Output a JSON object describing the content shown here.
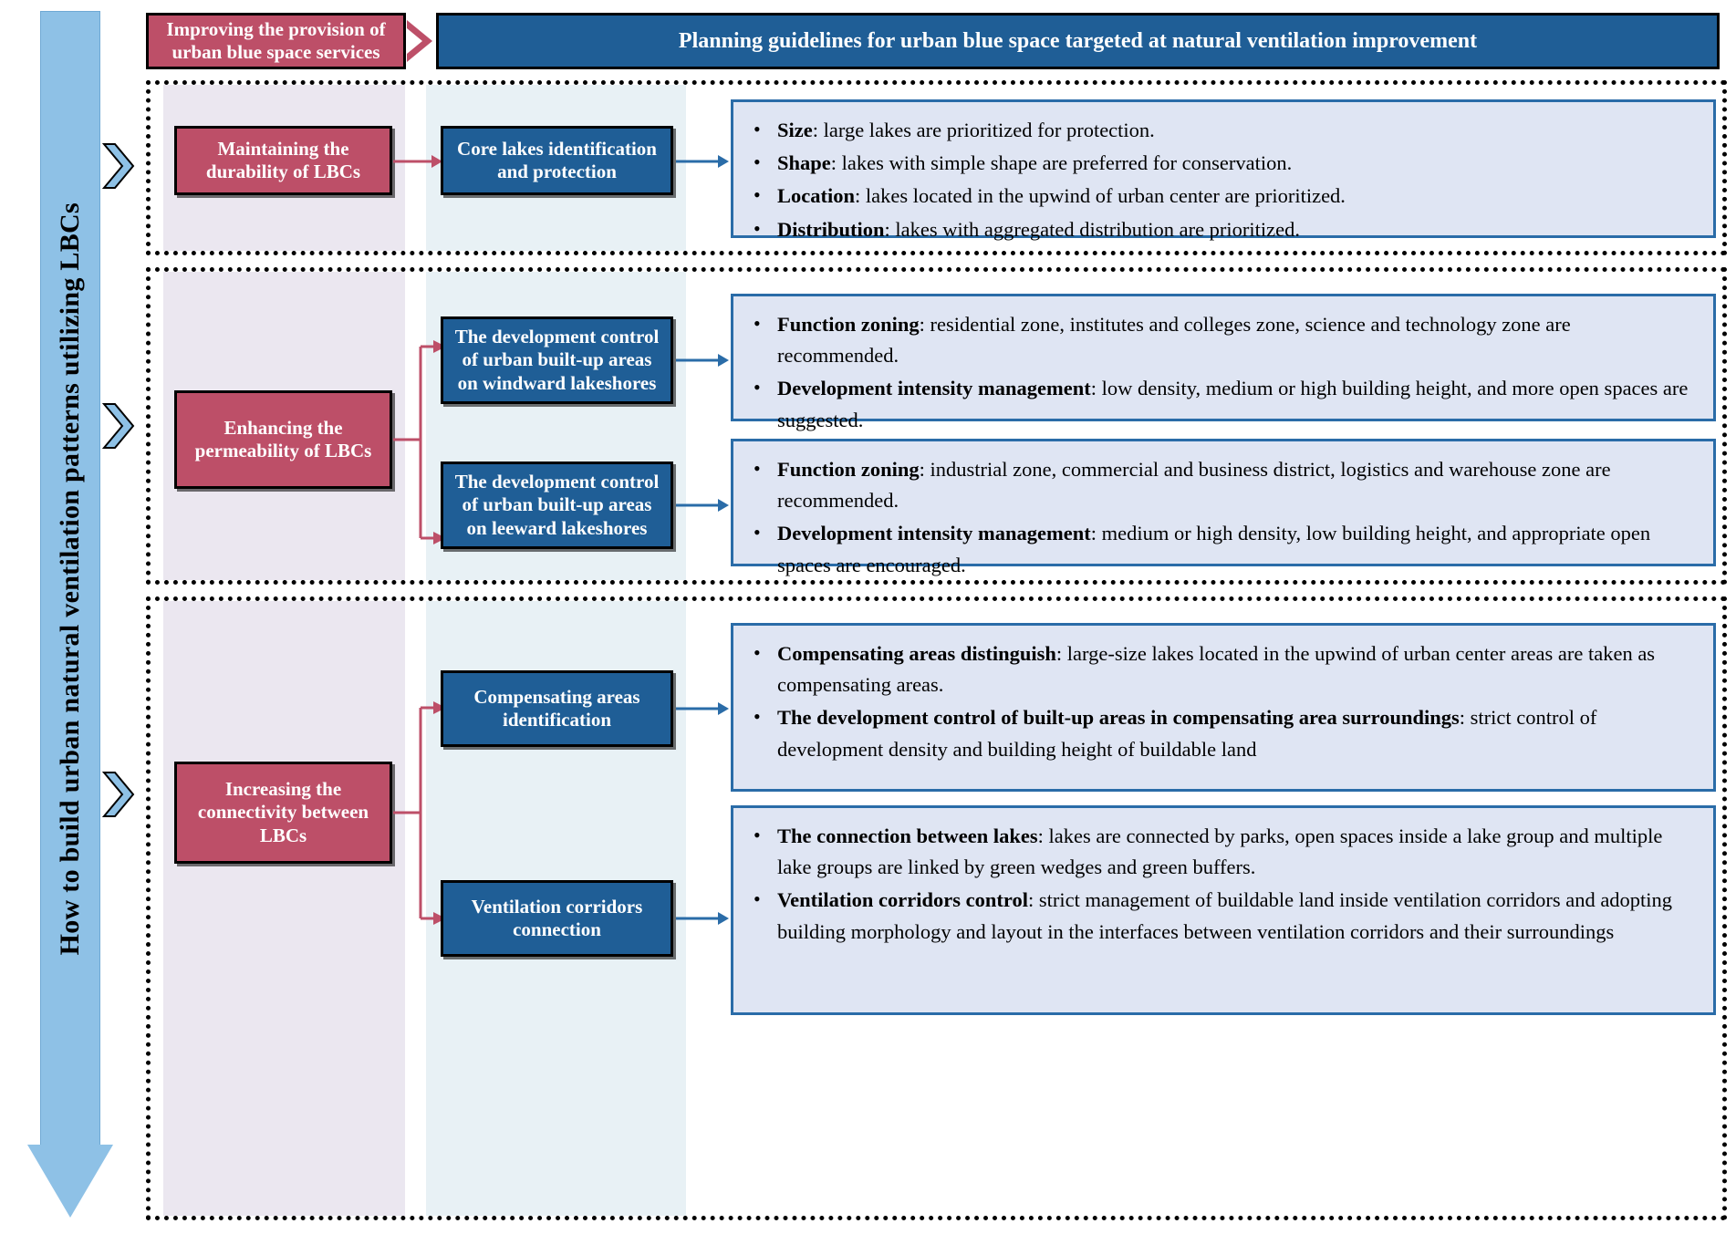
{
  "spine": {
    "label": "How to build urban natural ventilation patterns utilizing LBCs"
  },
  "header": {
    "pill_label": "Improving the provision of urban blue space services",
    "banner_title": "Planning guidelines for urban blue space targeted at natural ventilation improvement"
  },
  "sections": [
    {
      "driver": "Maintaining the durability of LBCs",
      "actions": [
        {
          "label": "Core lakes identification and protection",
          "details": [
            {
              "term": "Size",
              "text": ": large lakes are prioritized for protection."
            },
            {
              "term": "Shape",
              "text": ": lakes with simple shape are preferred for conservation."
            },
            {
              "term": "Location",
              "text": ": lakes located in the upwind of urban center are prioritized."
            },
            {
              "term": "Distribution",
              "text": ": lakes with aggregated distribution are prioritized."
            }
          ]
        }
      ]
    },
    {
      "driver": "Enhancing the permeability of LBCs",
      "actions": [
        {
          "label": "The development control of urban built-up areas on windward lakeshores",
          "details": [
            {
              "term": "Function zoning",
              "text": ": residential zone, institutes and colleges zone, science and technology zone are recommended."
            },
            {
              "term": "Development intensity management",
              "text": ": low density, medium or high building height, and more open spaces are suggested."
            }
          ]
        },
        {
          "label": "The development control of urban built-up areas on leeward lakeshores",
          "details": [
            {
              "term": "Function zoning",
              "text": ": industrial zone, commercial and business district, logistics and warehouse zone are recommended."
            },
            {
              "term": "Development intensity management",
              "text": ": medium or high density, low building height, and appropriate open spaces are encouraged."
            }
          ]
        }
      ]
    },
    {
      "driver": "Increasing the connectivity between LBCs",
      "actions": [
        {
          "label": "Compensating areas identification",
          "details": [
            {
              "term": "Compensating areas distinguish",
              "text": ": large-size lakes located in the upwind of urban center areas are taken as compensating areas."
            },
            {
              "term": "The development control of built-up areas in compensating area surroundings",
              "text": ": strict control of development density and building height of buildable land"
            }
          ]
        },
        {
          "label": "Ventilation corridors connection",
          "details": [
            {
              "term": "The connection between lakes",
              "text": ": lakes are connected by parks, open spaces inside a lake group and multiple lake groups are linked by green wedges and green buffers."
            },
            {
              "term": "Ventilation corridors control",
              "text": ": strict management of buildable land inside ventilation corridors and adopting building morphology and layout in the interfaces between ventilation corridors and their surroundings"
            }
          ]
        }
      ]
    }
  ],
  "colors": {
    "red": "#BD4F68",
    "blue": "#1F5E96",
    "light_blue_spine": "#8EC1E6",
    "detail_fill": "#DFE5F3",
    "detail_border": "#2A6CA8",
    "band_purple": "#EBE7F0",
    "band_blue": "#E8F1F5"
  }
}
